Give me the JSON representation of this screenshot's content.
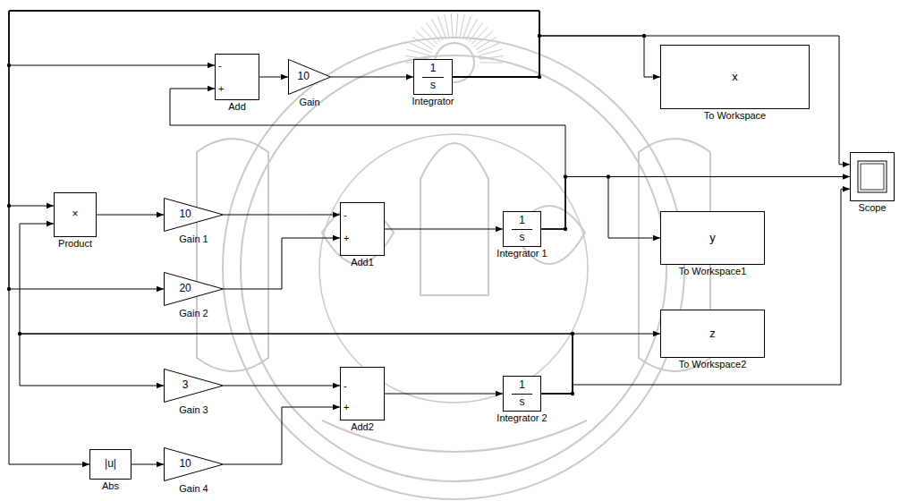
{
  "diagram": {
    "nodes": [
      {
        "text": [
          "-",
          "+",
          "Add"
        ]
      },
      {
        "text": [
          "10",
          "Gain"
        ]
      },
      {
        "text": [
          "1",
          "s",
          "Integrator"
        ]
      },
      {
        "text": [
          "x",
          "To Workspace"
        ]
      },
      {
        "text": [
          "×",
          "Product"
        ]
      },
      {
        "text": [
          "10",
          "Gain 1"
        ]
      },
      {
        "text": [
          "-",
          "+",
          "Add1"
        ]
      },
      {
        "text": [
          "1",
          "s",
          "Integrator 1"
        ]
      },
      {
        "text": [
          "y",
          "To Workspace1"
        ]
      },
      {
        "text": [
          "Scope"
        ]
      },
      {
        "text": [
          "20",
          "Gain 2"
        ]
      },
      {
        "text": [
          "z",
          "To Workspace2"
        ]
      },
      {
        "text": [
          "3",
          "Gain 3"
        ]
      },
      {
        "text": [
          "-",
          "+",
          "Add2"
        ]
      },
      {
        "text": [
          "1",
          "s",
          "Integrator 2"
        ]
      },
      {
        "text": [
          "|u|",
          "Abs"
        ]
      },
      {
        "text": [
          "10",
          "Gain 4"
        ]
      }
    ],
    "edges": [
      {
        "from": 0,
        "to": 1,
        "arrow": "to"
      },
      {
        "from": 1,
        "to": 2,
        "arrow": "to"
      },
      {
        "from": 2,
        "to": 3,
        "arrow": "to"
      },
      {
        "from": 2,
        "to": 9,
        "arrow": "to"
      },
      {
        "from": 2,
        "to": 0,
        "arrow": "to"
      },
      {
        "from": 2,
        "to": 4,
        "arrow": "to"
      },
      {
        "from": 2,
        "to": 10,
        "arrow": "to"
      },
      {
        "from": 2,
        "to": 15,
        "arrow": "to"
      },
      {
        "from": 4,
        "to": 5,
        "arrow": "to"
      },
      {
        "from": 5,
        "to": 6,
        "arrow": "to"
      },
      {
        "from": 10,
        "to": 6,
        "arrow": "to"
      },
      {
        "from": 6,
        "to": 7,
        "arrow": "to"
      },
      {
        "from": 7,
        "to": 8,
        "arrow": "to"
      },
      {
        "from": 7,
        "to": 9,
        "arrow": "to"
      },
      {
        "from": 7,
        "to": 0,
        "arrow": "to"
      },
      {
        "from": 14,
        "to": 11,
        "arrow": "to"
      },
      {
        "from": 14,
        "to": 9,
        "arrow": "to"
      },
      {
        "from": 14,
        "to": 4,
        "arrow": "to"
      },
      {
        "from": 14,
        "to": 12,
        "arrow": "to"
      },
      {
        "from": 12,
        "to": 13,
        "arrow": "to"
      },
      {
        "from": 16,
        "to": 13,
        "arrow": "to"
      },
      {
        "from": 13,
        "to": 14,
        "arrow": "to"
      },
      {
        "from": 15,
        "to": 16,
        "arrow": "to"
      }
    ]
  }
}
